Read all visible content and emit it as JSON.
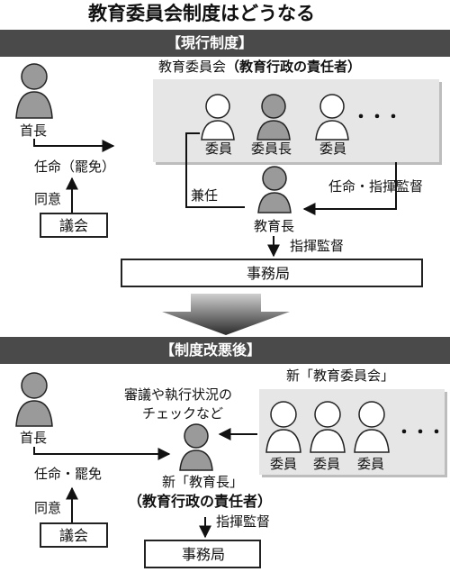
{
  "title": "教育委員会制度はどうなる",
  "current": {
    "header": "【現行制度】",
    "board_label": "教育委員会",
    "board_label_bold": "（教育行政の責任者）",
    "mayor": "首長",
    "appoint_dismiss": "任命（罷免）",
    "consent": "同意",
    "assembly": "議会",
    "members": [
      "委員",
      "委員長",
      "委員"
    ],
    "dots": "・・・",
    "concurrent": "兼任",
    "appoint_supervise": "任命・指揮監督",
    "superintendent": "教育長",
    "supervise": "指揮監督",
    "secretariat": "事務局"
  },
  "reform": {
    "header": "【制度改悪後】",
    "new_board": "新「教育委員会」",
    "check_line1": "審議や執行状況の",
    "check_line2": "チェックなど",
    "mayor": "首長",
    "appoint_dismiss": "任命・罷免",
    "consent": "同意",
    "assembly": "議会",
    "members": [
      "委員",
      "委員",
      "委員"
    ],
    "dots": "・・・",
    "new_superintendent": "新「教育長」",
    "responsible": "（教育行政の責任者）",
    "supervise": "指揮監督",
    "secretariat": "事務局"
  },
  "colors": {
    "band": "#4a4a4a",
    "person_gray": "#9a9a9a",
    "person_white": "#ffffff",
    "panel": "#e6e6e6",
    "arrow_gradient_top": "#cfcfcf",
    "arrow_gradient_bottom": "#2a2a2a"
  },
  "icons": [
    "person-icon",
    "down-arrow-icon"
  ]
}
